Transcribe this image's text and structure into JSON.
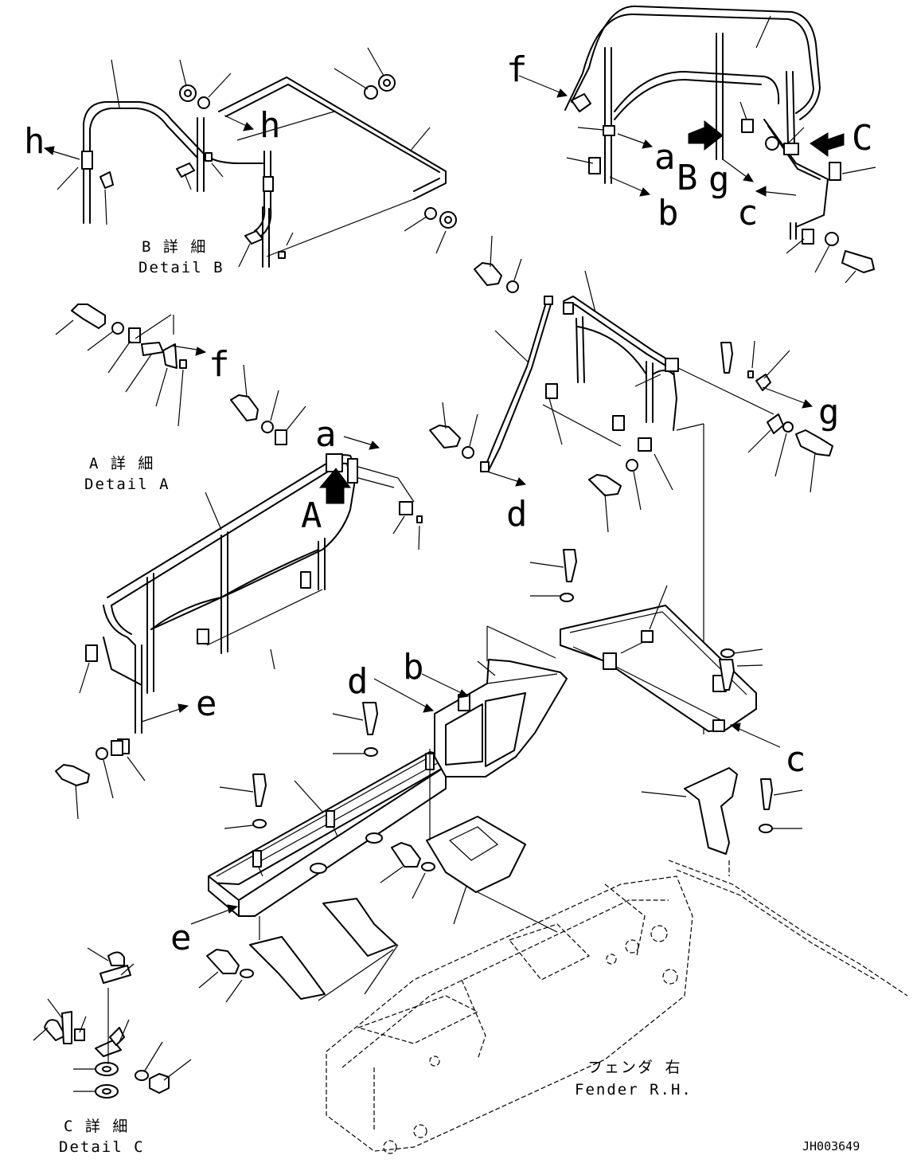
{
  "callouts": {
    "a1": "a",
    "a2": "a",
    "b1": "b",
    "b2": "b",
    "c1": "c",
    "c2": "c",
    "d1": "d",
    "d2": "d",
    "e1": "e",
    "e2": "e",
    "f1": "f",
    "f2": "f",
    "g1": "g",
    "g2": "g",
    "h1": "h",
    "h2": "h"
  },
  "view_markers": {
    "A": "A",
    "B": "B",
    "C": "C"
  },
  "details": {
    "A": {
      "jp": "A 詳 細",
      "en": "Detail A"
    },
    "B": {
      "jp": "B 詳 細",
      "en": "Detail B"
    },
    "C": {
      "jp": "C 詳 細",
      "en": "Detail C"
    }
  },
  "fender": {
    "jp": "フェンダ 右",
    "en": "Fender R.H."
  },
  "drawing_code": "JH003649"
}
